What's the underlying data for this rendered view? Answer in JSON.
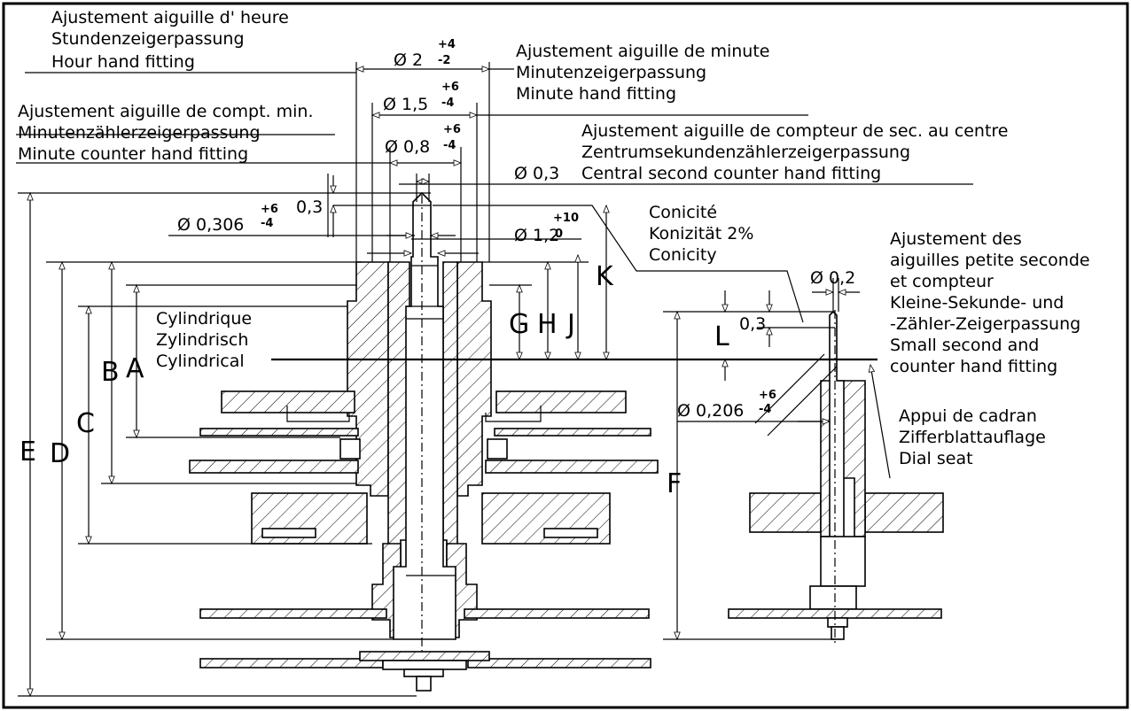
{
  "labels": {
    "hour_fr": "Ajustement aiguille d' heure",
    "hour_de": "Stundenzeigerpassung",
    "hour_en": "Hour hand fitting",
    "minute_fr": "Ajustement aiguille de minute",
    "minute_de": "Minutenzeigerpassung",
    "minute_en": "Minute hand fitting",
    "mincount_fr": "Ajustement aiguille de compt. min.",
    "mincount_de": "Minutenzählerzeigerpassung",
    "mincount_en": "Minute counter hand fitting",
    "central_fr": "Ajustement aiguille de compteur de sec. au centre",
    "central_de": "Zentrumsekundenzählerzeigerpassung",
    "central_en": "Central second counter hand fitting",
    "conic_fr": "Conicité",
    "conic_de": "Konizität 2%",
    "conic_en": "Conicity",
    "small_fr1": "Ajustement des",
    "small_fr2": "aiguilles petite seconde",
    "small_fr3": "et compteur",
    "small_de1": "Kleine-Sekunde- und",
    "small_de2": "-Zähler-Zeigerpassung",
    "small_en1": "Small second and",
    "small_en2": "counter hand fitting",
    "cyl_fr": "Cylindrique",
    "cyl_de": "Zylindrisch",
    "cyl_en": "Cylindrical",
    "dial_fr": "Appui de cadran",
    "dial_de": "Zifferblattauflage",
    "dial_en": "Dial seat"
  },
  "dimensions": {
    "d2": "Ø 2",
    "d2_tol_up": "+4",
    "d2_tol_low": "-2",
    "d15": "Ø 1,5",
    "d15_tol_up": "+6",
    "d15_tol_low": "-4",
    "d08": "Ø 0,8",
    "d08_tol_up": "+6",
    "d08_tol_low": "-4",
    "d03": "Ø 0,3",
    "d0306": "Ø 0,306",
    "d0306_tol_up": "+6",
    "d0306_tol_low": "-4",
    "len03": "0,3",
    "d12": "Ø 1,2",
    "d12_tol_up": "+10",
    "d12_tol_low": "0",
    "d02": "Ø 0,2",
    "len03b": "0,3",
    "d0206": "Ø 0,206",
    "d0206_tol_up": "+6",
    "d0206_tol_low": "-4"
  },
  "letters": {
    "A": "A",
    "B": "B",
    "C": "C",
    "D": "D",
    "E": "E",
    "F": "F",
    "G": "G",
    "H": "H",
    "J": "J",
    "K": "K",
    "L": "L"
  }
}
